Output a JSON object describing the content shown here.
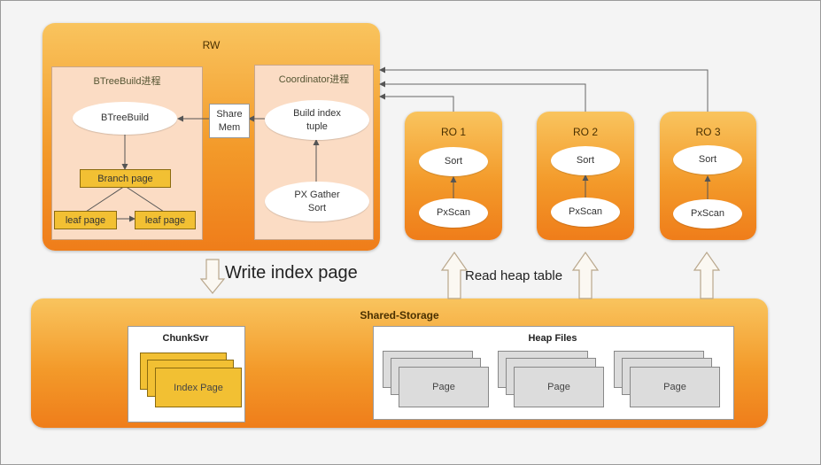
{
  "rw": {
    "title": "RW",
    "btree_panel": {
      "title": "BTreeBuild进程",
      "btree_build": "BTreeBuild",
      "branch_page": "Branch page",
      "leaf_page_1": "leaf page",
      "leaf_page_2": "leaf page"
    },
    "share_mem": "Share\nMem",
    "coordinator_panel": {
      "title": "Coordinator进程",
      "build_index_tuple": "Build index\ntuple",
      "px_gather_sort": "PX Gather\nSort"
    }
  },
  "ro_nodes": [
    {
      "title": "RO 1",
      "sort": "Sort",
      "pxscan": "PxScan"
    },
    {
      "title": "RO 2",
      "sort": "Sort",
      "pxscan": "PxScan"
    },
    {
      "title": "RO 3",
      "sort": "Sort",
      "pxscan": "PxScan"
    }
  ],
  "labels": {
    "write_index_page": "Write index page",
    "read_heap_table": "Read heap table"
  },
  "shared_storage": {
    "title": "Shared-Storage",
    "chunk_svr": {
      "title": "ChunkSvr",
      "index_page": "Index Page"
    },
    "heap_files": {
      "title": "Heap Files",
      "pages": [
        "Page",
        "Page",
        "Page"
      ]
    }
  }
}
